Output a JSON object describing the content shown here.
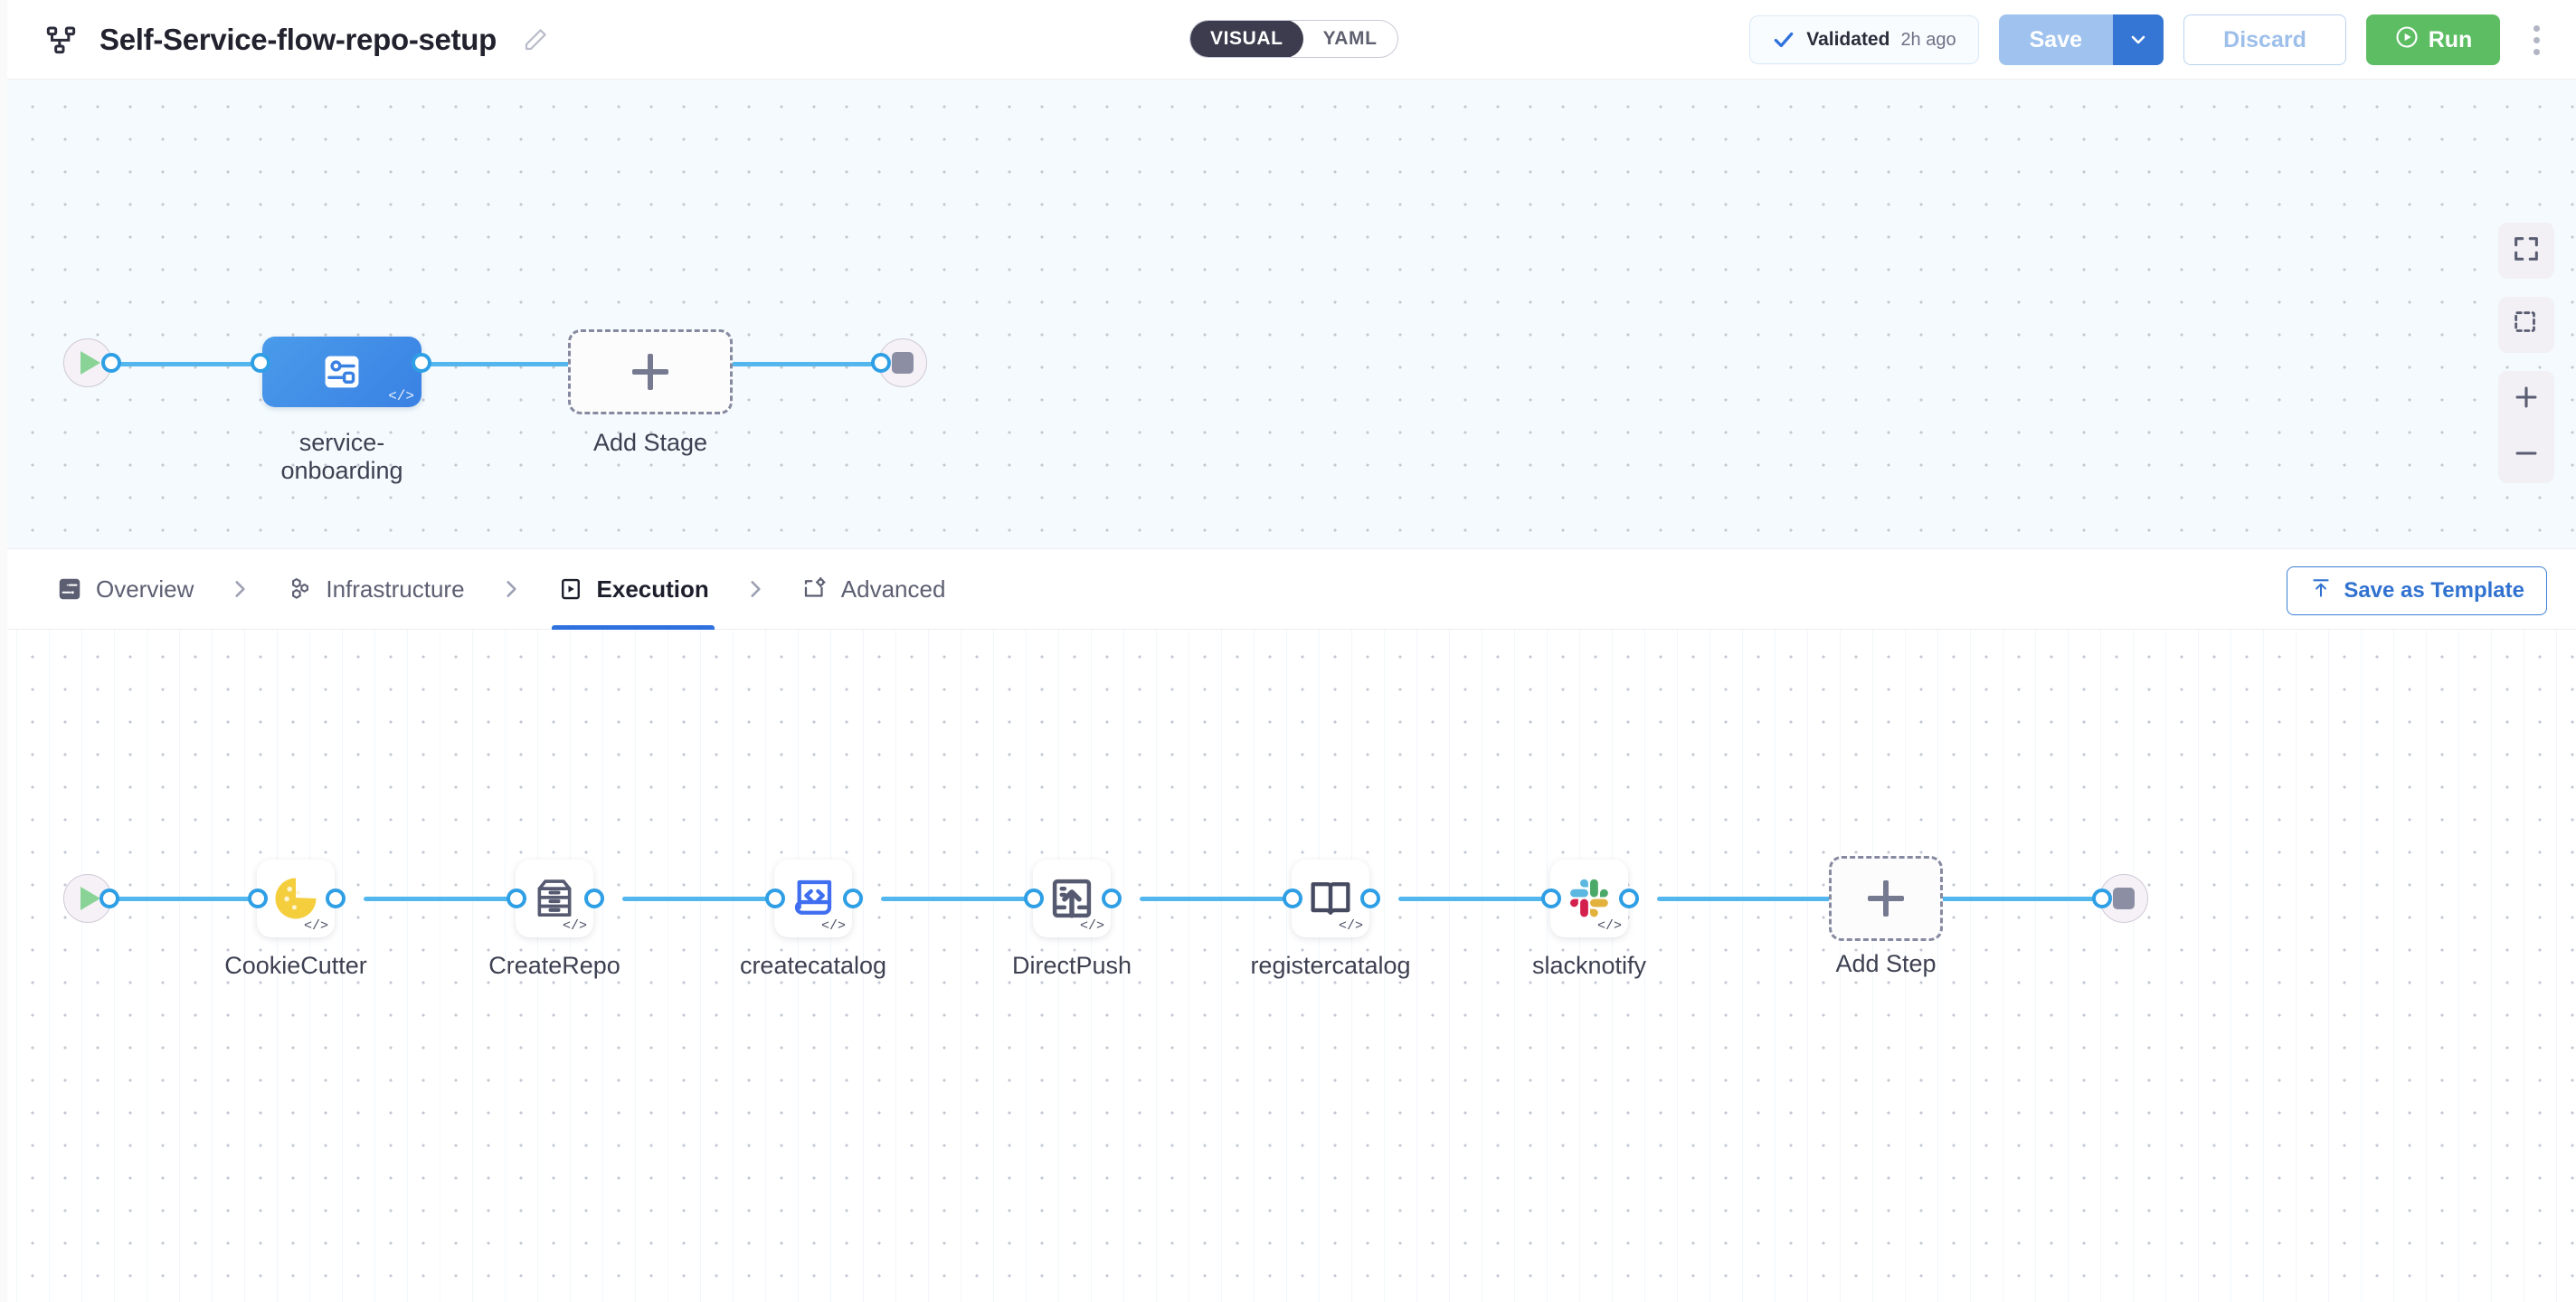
{
  "header": {
    "pipeline_icon": "pipeline-icon",
    "title": "Self-Service-flow-repo-setup",
    "edit_icon": "pencil-icon",
    "mode_toggle": {
      "options": [
        "VISUAL",
        "YAML"
      ],
      "selected": "VISUAL"
    },
    "validated": {
      "icon": "check-icon",
      "label": "Validated",
      "time": "2h ago"
    },
    "save_label": "Save",
    "save_caret_icon": "chevron-down-icon",
    "discard_label": "Discard",
    "run_label": "Run",
    "run_icon": "play-circle-icon",
    "more_icon": "kebab-menu-icon"
  },
  "colors": {
    "accent_blue": "#2f72dd",
    "edge_blue": "#53b6ed",
    "stage_blue": "#3981e3",
    "run_green": "#5dbd63",
    "canvas_top_bg": "#f4fafd",
    "canvas_bottom_bg": "#ffffff",
    "dark_pill": "#3c3c4e"
  },
  "stage_canvas": {
    "start_node": {
      "name": "pipeline-start",
      "icon": "play-icon"
    },
    "end_node": {
      "name": "pipeline-end",
      "icon": "stop-icon"
    },
    "stages": [
      {
        "name": "service-onboarding",
        "label": "service-\nonboarding",
        "icon": "service-deployment-icon",
        "badge": "</>",
        "selected": true
      }
    ],
    "add_stage": {
      "label": "Add Stage",
      "icon": "plus-icon"
    }
  },
  "tabbar": {
    "tabs": [
      {
        "id": "overview",
        "label": "Overview",
        "icon": "overview-icon",
        "active": false
      },
      {
        "id": "infrastructure",
        "label": "Infrastructure",
        "icon": "infrastructure-icon",
        "active": false
      },
      {
        "id": "execution",
        "label": "Execution",
        "icon": "execution-icon",
        "active": true
      },
      {
        "id": "advanced",
        "label": "Advanced",
        "icon": "advanced-gear-icon",
        "active": false
      }
    ],
    "separator_icon": "chevron-right-icon",
    "save_as_template": {
      "label": "Save as Template",
      "icon": "upload-template-icon"
    }
  },
  "step_canvas": {
    "start_node": {
      "name": "execution-start",
      "icon": "play-icon"
    },
    "end_node": {
      "name": "execution-end",
      "icon": "stop-icon"
    },
    "steps": [
      {
        "name": "CookieCutter",
        "label": "CookieCutter",
        "icon": "cookie-icon",
        "badge": "</>"
      },
      {
        "name": "CreateRepo",
        "label": "CreateRepo",
        "icon": "repository-drawers-icon",
        "badge": "</>"
      },
      {
        "name": "createcatalog",
        "label": "createcatalog",
        "icon": "code-document-icon",
        "badge": "</>"
      },
      {
        "name": "DirectPush",
        "label": "DirectPush",
        "icon": "push-upload-icon",
        "badge": "</>"
      },
      {
        "name": "registercatalog",
        "label": "registercatalog",
        "icon": "open-book-icon",
        "badge": "</>"
      },
      {
        "name": "slacknotify",
        "label": "slacknotify",
        "icon": "slack-icon",
        "badge": "</>"
      }
    ],
    "add_step": {
      "label": "Add Step",
      "icon": "plus-icon"
    }
  },
  "canvas_controls": [
    {
      "name": "fit-to-screen-button",
      "icon": "fit-screen-icon"
    },
    {
      "name": "select-area-button",
      "icon": "marquee-select-icon"
    },
    {
      "name": "zoom-in-button",
      "icon": "plus-icon"
    },
    {
      "name": "zoom-out-button",
      "icon": "minus-icon"
    }
  ]
}
